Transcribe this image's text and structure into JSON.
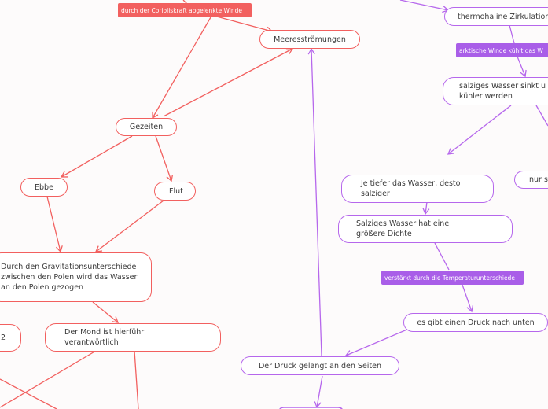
{
  "colors": {
    "red": "#f2605f",
    "purple": "#b667ec",
    "tag_purple": "#a95ee8",
    "background": "#fdfbfb"
  },
  "nodes": {
    "meeresstroemungen": "Meeresströmungen",
    "gezeiten": "Gezeiten",
    "ebbe": "Ebbe",
    "flut": "Flut",
    "gravitation": "Durch den Gravitationsunterschiede zwischen den Polen wird das Wasser an den Polen gezogen",
    "mond": "Der Mond ist hierführ verantwörtlich",
    "left_partial": "2",
    "thermohaline": "thermohaline Zirkulation",
    "salziges_sinkt": "salziges Wasser sinkt u kühler werden",
    "nur_s": "nur s",
    "je_tiefer": "Je tiefer das Wasser, desto salziger",
    "dichte": "Salziges Wasser hat eine größere Dichte",
    "druck_unten": "es gibt einen Druck nach unten",
    "druck_seiten": "Der Druck gelangt an den Seiten"
  },
  "tags": {
    "coriolis": "durch der Corioliskraft abgelenkte Winde",
    "arktische": "arktische Winde kühlt das W",
    "temperatur": "verstärkt durch die Temperaturunterschiede"
  }
}
